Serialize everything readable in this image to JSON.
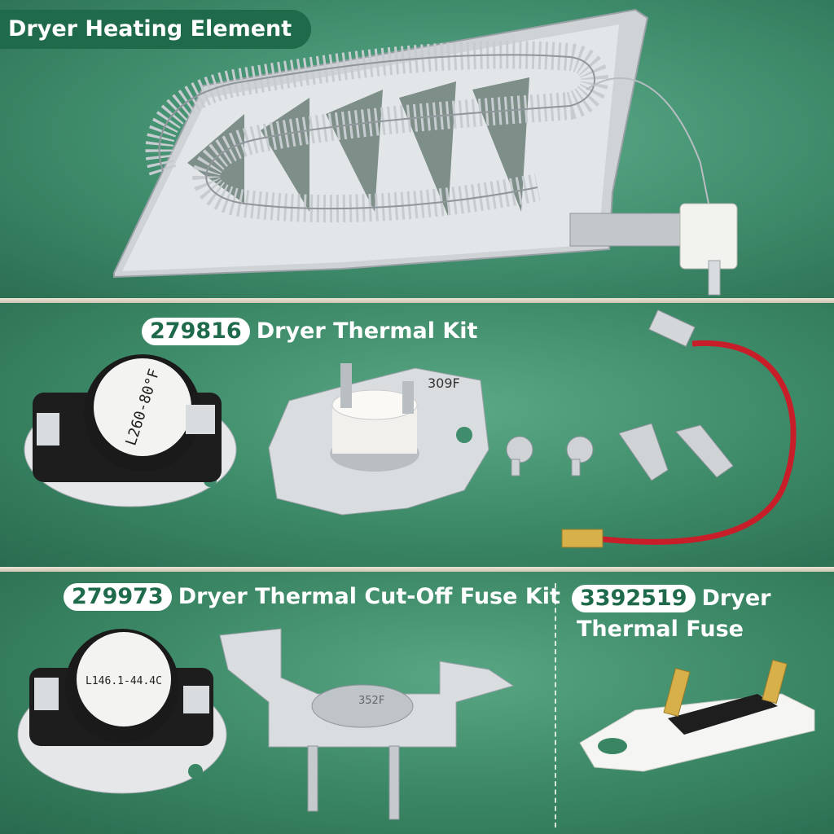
{
  "heating_element": {
    "title": "Dryer Heating Element"
  },
  "thermal_kit": {
    "part_number": "279816",
    "title": "Dryer Thermal Kit",
    "thermostat_marking": "L260-80°F",
    "fuse_marking": "309F"
  },
  "cutoff_kit": {
    "part_number": "279973",
    "title": "Dryer Thermal Cut-Off Fuse Kit",
    "thermostat_marking": "L146.1-44.4C",
    "fuse_marking": "352F"
  },
  "thermal_fuse": {
    "part_number": "3392519",
    "title_line1": "Dryer",
    "title_line2": "Thermal Fuse"
  },
  "colors": {
    "accent_green": "#1f6a4a",
    "wire_red": "#c81e2a"
  }
}
